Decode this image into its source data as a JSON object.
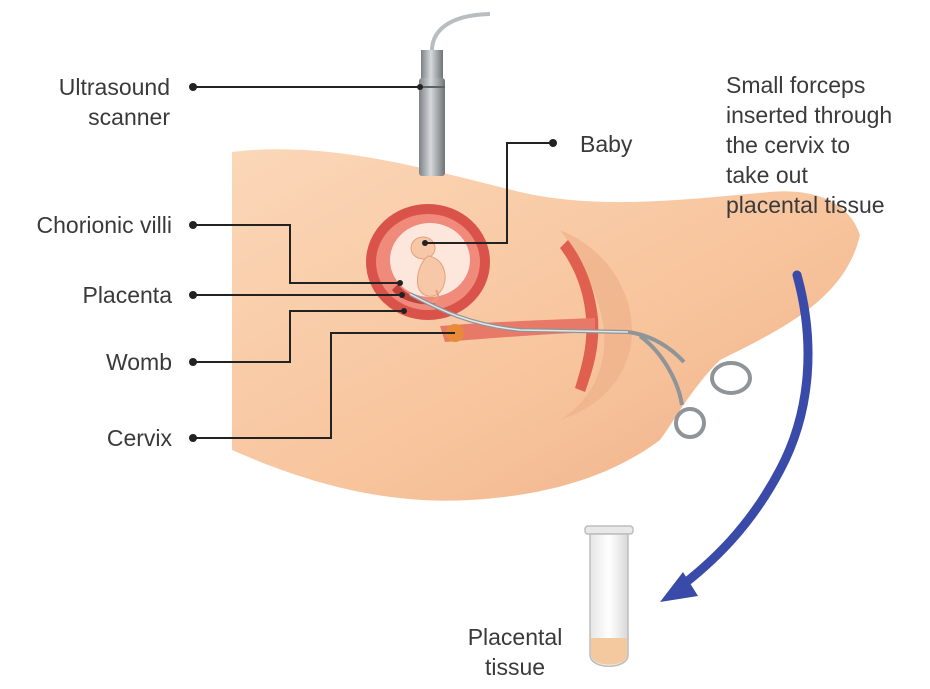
{
  "labels": {
    "ultrasound_line1": "Ultrasound",
    "ultrasound_line2": "scanner",
    "baby": "Baby",
    "chorionic_villi": "Chorionic villi",
    "placenta": "Placenta",
    "womb": "Womb",
    "cervix": "Cervix",
    "forceps_lines": [
      "Small forceps",
      "inserted through",
      "the cervix to",
      "take out",
      "placental tissue"
    ],
    "tissue_line1": "Placental",
    "tissue_line2": "tissue"
  },
  "colors": {
    "skin": "#f9c9a3",
    "skin_shadow": "#eeb089",
    "womb_wall": "#d9534a",
    "womb_inner": "#f08a7a",
    "amniotic": "#fde7dc",
    "leader_line": "#222222",
    "arrow": "#3a4aa8",
    "tissue": "#f5c9a0",
    "metal": "#9a9fa3"
  },
  "icons": [
    "ultrasound-probe-icon",
    "forceps-icon",
    "test-tube-icon",
    "curved-arrow-icon"
  ]
}
